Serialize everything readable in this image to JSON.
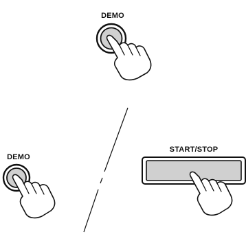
{
  "panel_top": {
    "demo_label": "DEMO"
  },
  "panel_bottom_left": {
    "demo_label": "DEMO"
  },
  "panel_bottom_right": {
    "start_stop_label": "START/STOP"
  },
  "colors": {
    "button_fill": "#d0d0d0",
    "outline": "#111111",
    "background": "#ffffff"
  },
  "icons": [
    "pointing-hand-icon",
    "demo-button",
    "start-stop-button"
  ]
}
